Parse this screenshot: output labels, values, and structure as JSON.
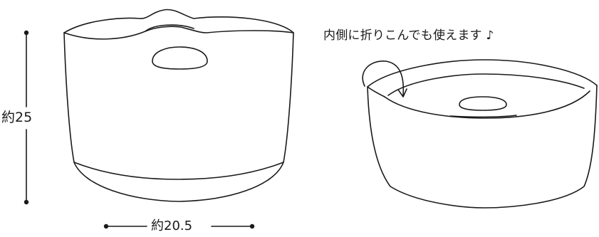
{
  "dimensions": {
    "height_label": "約25",
    "width_label": "約20.5"
  },
  "caption": "内側に折りこんでも使えます ♪",
  "colors": {
    "ink": "#1a1a1a",
    "background": "#ffffff"
  },
  "figures": [
    {
      "name": "tall basket (upright)"
    },
    {
      "name": "folded basket (rim tucked in)",
      "icon": "curved-arrow-icon"
    }
  ]
}
